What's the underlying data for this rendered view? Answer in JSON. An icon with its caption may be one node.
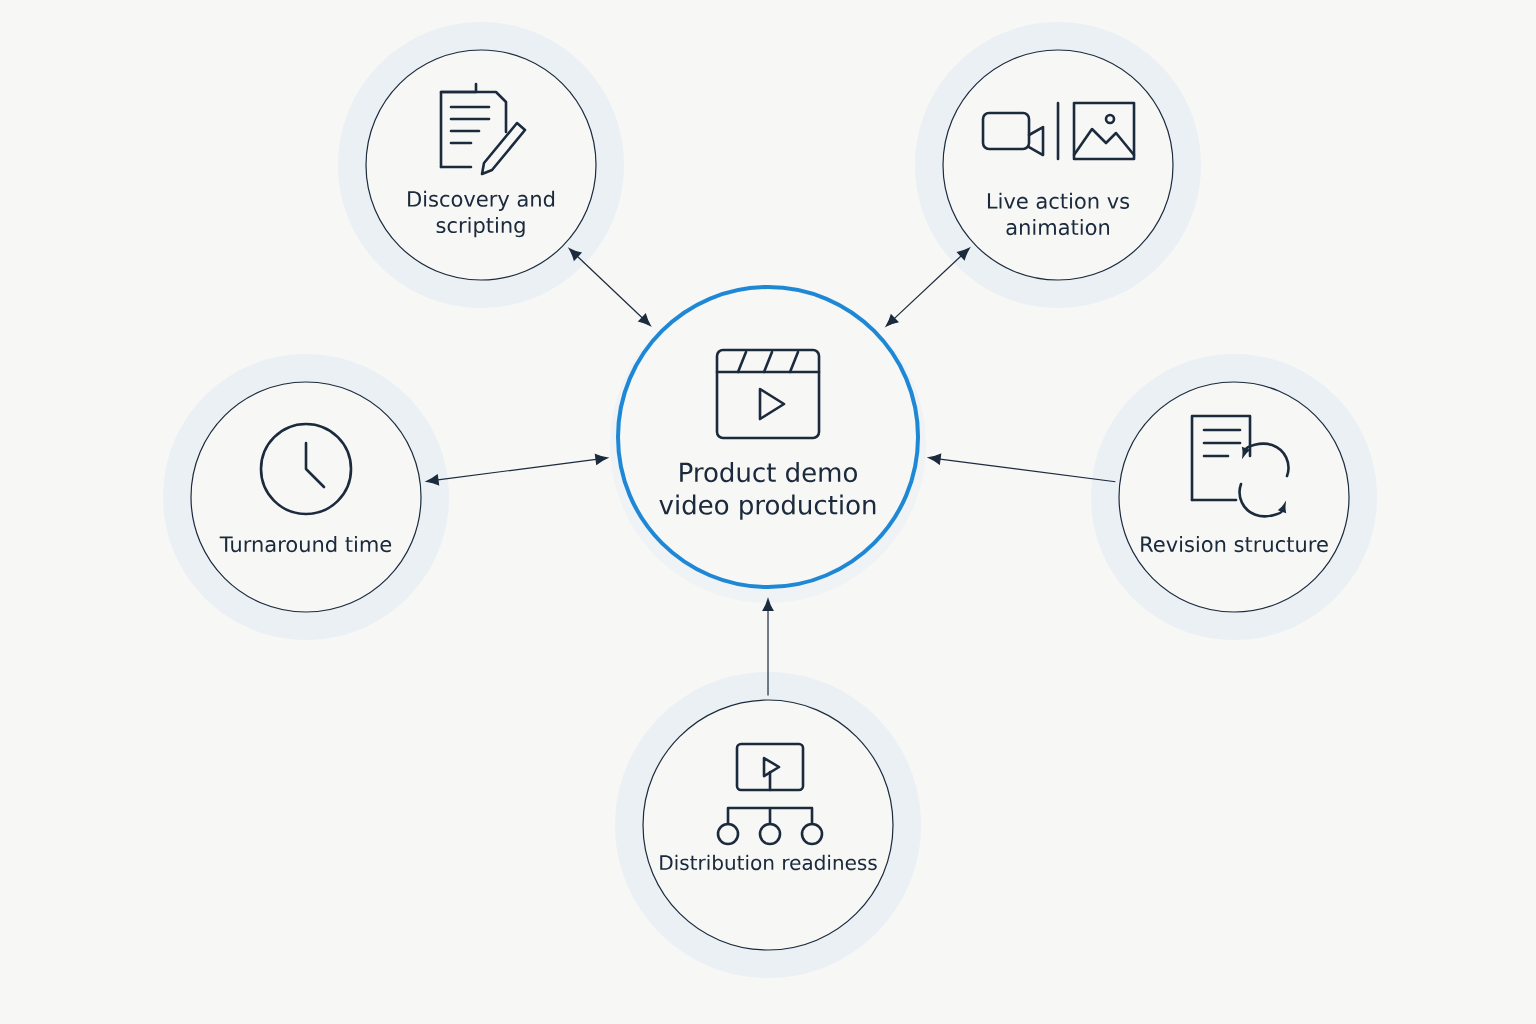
{
  "diagram": {
    "nodes": [
      {
        "text": [
          "Product demo video production"
        ]
      },
      {
        "text": [
          "Discovery and scripting"
        ]
      },
      {
        "text": [
          "Live action vs animation"
        ]
      },
      {
        "text": [
          "Turnaround time"
        ]
      },
      {
        "text": [
          "Revision structure"
        ]
      },
      {
        "text": [
          "Distribution readiness"
        ]
      }
    ],
    "edges": [
      {
        "from": 1,
        "to": 0,
        "arrow": "both"
      },
      {
        "from": 2,
        "to": 0,
        "arrow": "both"
      },
      {
        "from": 3,
        "to": 0,
        "arrow": "both"
      },
      {
        "from": 4,
        "to": 0,
        "arrow": "to"
      },
      {
        "from": 5,
        "to": 0,
        "arrow": "to"
      }
    ]
  }
}
